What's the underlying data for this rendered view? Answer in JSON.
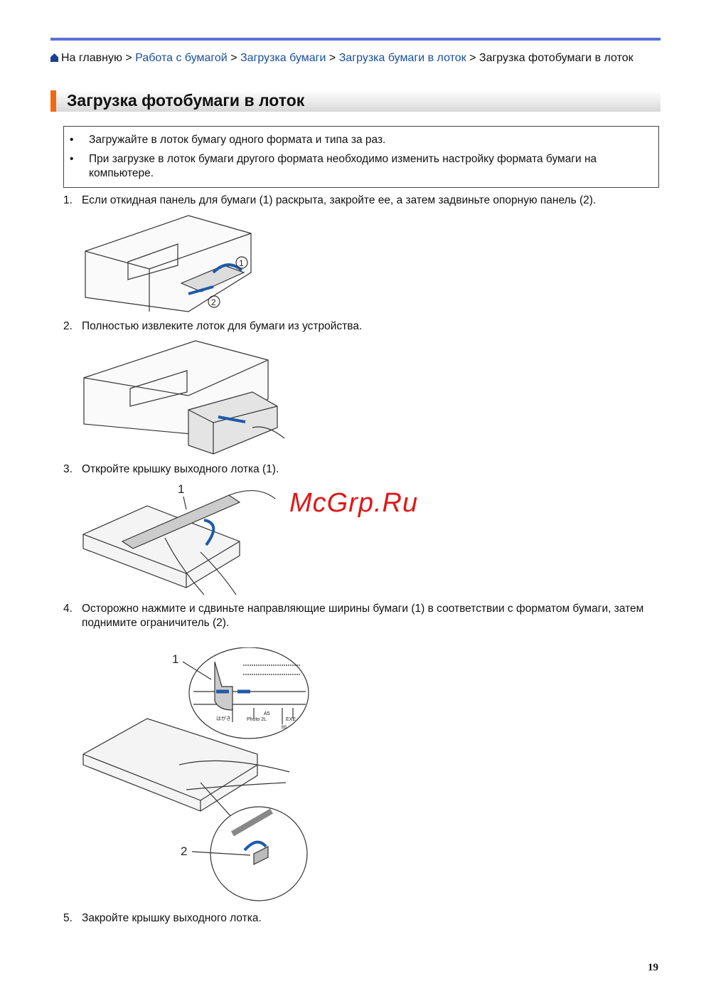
{
  "breadcrumb": {
    "home": "На главную",
    "sep": ">",
    "links": [
      "Работа с бумагой",
      "Загрузка бумаги",
      "Загрузка бумаги в лоток"
    ],
    "current": "Загрузка фотобумаги в лоток"
  },
  "title": "Загрузка фотобумаги в лоток",
  "notes": [
    "Загружайте в лоток бумагу одного формата и типа за раз.",
    "При загрузке в лоток бумаги другого формата необходимо изменить настройку формата бумаги на компьютере."
  ],
  "steps": [
    {
      "num": "1.",
      "text": "Если откидная панель для бумаги (1) раскрыта, закройте ее, а затем задвиньте опорную панель (2)."
    },
    {
      "num": "2.",
      "text": "Полностью извлеките лоток для бумаги из устройства."
    },
    {
      "num": "3.",
      "text": "Откройте крышку выходного лотка (1)."
    },
    {
      "num": "4.",
      "text": "Осторожно нажмите и сдвиньте направляющие ширины бумаги (1) в соответствии с форматом бумаги, затем поднимите ограничитель (2)."
    },
    {
      "num": "5.",
      "text": "Закройте крышку выходного лотка."
    }
  ],
  "illustrations": {
    "fig1_callouts": [
      "1",
      "2"
    ],
    "fig3_callouts": [
      "1"
    ],
    "fig4_callouts": [
      "1",
      "2"
    ],
    "fig4_tray_labels": [
      "はがき",
      "Photo 2L",
      "A5",
      "EXE",
      "B5"
    ]
  },
  "watermark": "McGrp.Ru",
  "page_number": "19",
  "colors": {
    "accent_bar": "#5a6fd6",
    "title_marker": "#f26a10",
    "link": "#1a4fa0",
    "arrow": "#1f5aa8",
    "watermark": "#e01818"
  }
}
